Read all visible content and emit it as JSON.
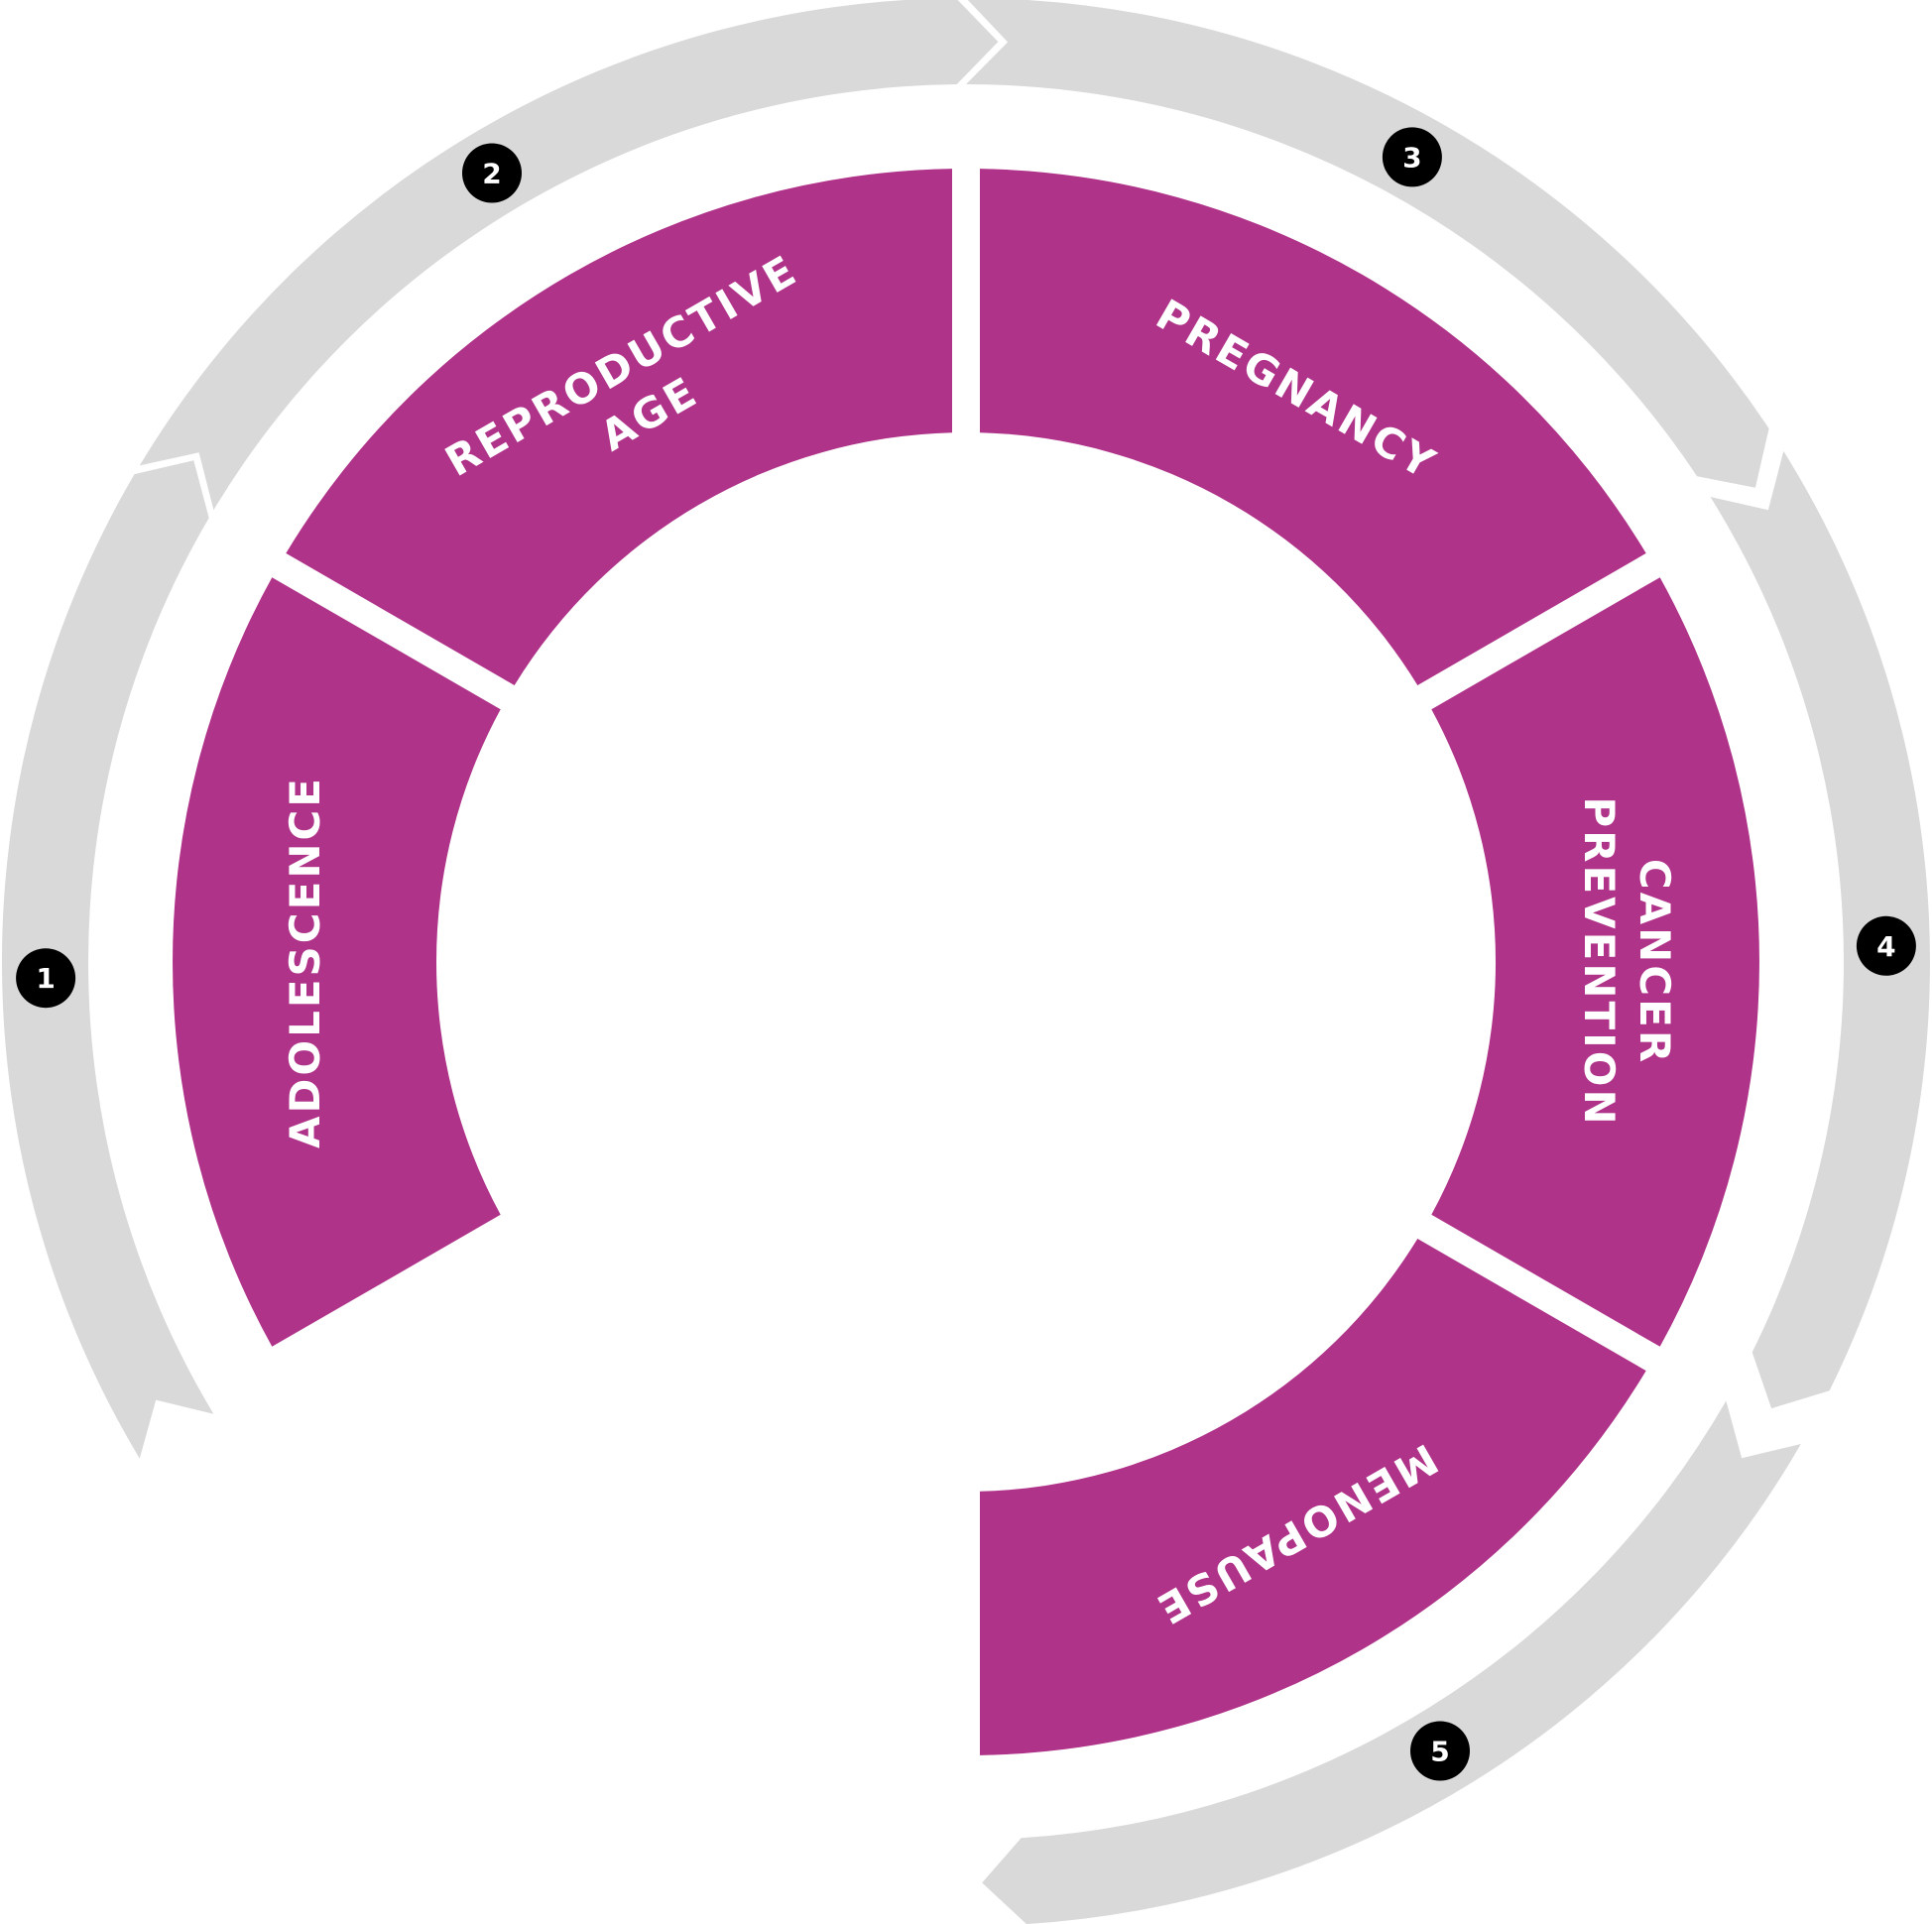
{
  "colors": {
    "segment": "#b0338a",
    "arrow": "#d9d9d9",
    "badge": "#000000",
    "text": "#ffffff"
  },
  "stages": [
    {
      "id": "adolescence",
      "label": [
        "ADOLESCENCE"
      ],
      "number": "1"
    },
    {
      "id": "reproductive-age",
      "label": [
        "REPRODUCTIVE",
        "AGE"
      ],
      "number": "2"
    },
    {
      "id": "pregnancy",
      "label": [
        "PREGNANCY"
      ],
      "number": "3"
    },
    {
      "id": "cancer-prevention",
      "label": [
        "CANCER",
        "PREVENTION"
      ],
      "number": "4"
    },
    {
      "id": "menopause",
      "label": [
        "MENOPAUSE"
      ],
      "number": "5"
    }
  ]
}
